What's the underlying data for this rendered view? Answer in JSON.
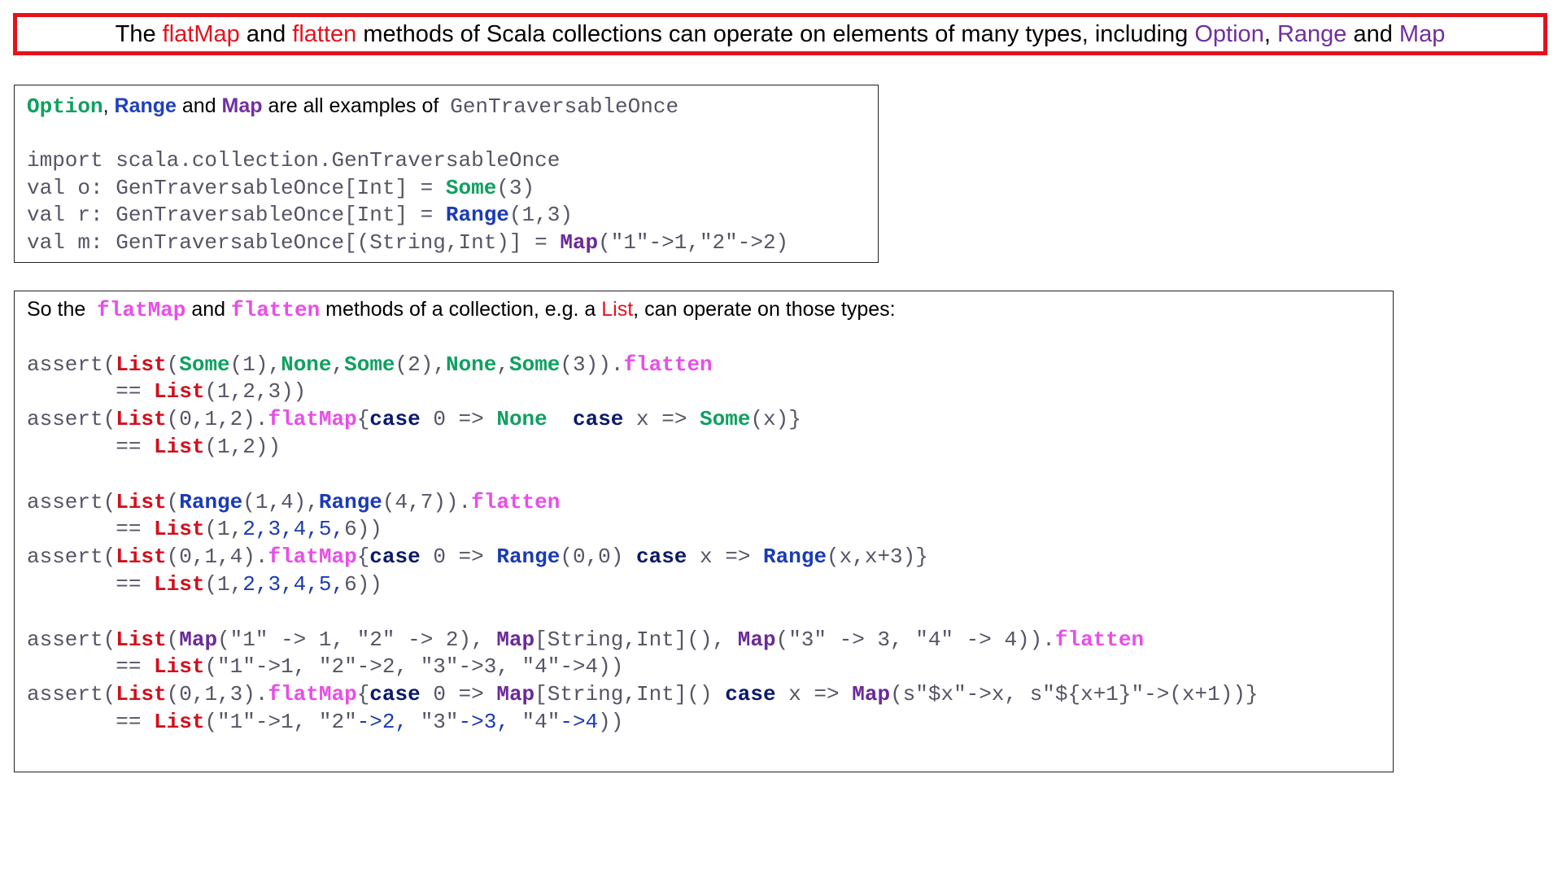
{
  "title": {
    "segments": [
      {
        "text": "The ",
        "style": "plain"
      },
      {
        "text": "flatMap",
        "style": "red"
      },
      {
        "text": " and ",
        "style": "plain"
      },
      {
        "text": "flatten",
        "style": "red"
      },
      {
        "text": " methods of Scala collections can operate on elements of many types, including ",
        "style": "plain"
      },
      {
        "text": "Option",
        "style": "purple"
      },
      {
        "text": ", ",
        "style": "plain"
      },
      {
        "text": "Range",
        "style": "purple"
      },
      {
        "text": " and ",
        "style": "plain"
      },
      {
        "text": "Map",
        "style": "purple"
      }
    ]
  },
  "panel1": {
    "lines": [
      {
        "kind": "mixed",
        "segments": [
          {
            "text": "Option",
            "style": "code-bold-green"
          },
          {
            "text": ", ",
            "style": "plain"
          },
          {
            "text": "Range",
            "style": "bold-blue"
          },
          {
            "text": " and ",
            "style": "plain"
          },
          {
            "text": "Map",
            "style": "bold-violet"
          },
          {
            "text": " are all examples of  ",
            "style": "plain"
          },
          {
            "text": "GenTraversableOnce",
            "style": "code"
          }
        ]
      },
      {
        "kind": "code",
        "segments": []
      },
      {
        "kind": "code",
        "segments": [
          {
            "text": "import scala.collection.GenTraversableOnce",
            "style": "plain"
          }
        ]
      },
      {
        "kind": "code",
        "segments": [
          {
            "text": "val o: GenTraversableOnce[Int] = ",
            "style": "plain"
          },
          {
            "text": "Some",
            "style": "k-green"
          },
          {
            "text": "(3)",
            "style": "plain"
          }
        ]
      },
      {
        "kind": "code",
        "segments": [
          {
            "text": "val r: GenTraversableOnce[Int] = ",
            "style": "plain"
          },
          {
            "text": "Range",
            "style": "k-blue"
          },
          {
            "text": "(1,3)",
            "style": "plain"
          }
        ]
      },
      {
        "kind": "code",
        "segments": [
          {
            "text": "val m: GenTraversableOnce[(String,Int)] = ",
            "style": "plain"
          },
          {
            "text": "Map",
            "style": "k-purple"
          },
          {
            "text": "(\"1\"->1,\"2\"->2)",
            "style": "plain"
          }
        ]
      }
    ]
  },
  "panel2": {
    "lines": [
      {
        "kind": "mixed",
        "segments": [
          {
            "text": "So the  ",
            "style": "plain"
          },
          {
            "text": "flatMap",
            "style": "code-bold-magenta"
          },
          {
            "text": " and ",
            "style": "plain"
          },
          {
            "text": "flatten",
            "style": "code-bold-magenta"
          },
          {
            "text": " methods of a collection, e.g. a ",
            "style": "plain"
          },
          {
            "text": "List",
            "style": "red"
          },
          {
            "text": ", can operate on those types:",
            "style": "plain"
          }
        ]
      },
      {
        "kind": "code",
        "segments": []
      },
      {
        "kind": "code",
        "segments": [
          {
            "text": "assert(",
            "style": "plain"
          },
          {
            "text": "List",
            "style": "k-red"
          },
          {
            "text": "(",
            "style": "plain"
          },
          {
            "text": "Some",
            "style": "k-green"
          },
          {
            "text": "(1),",
            "style": "plain"
          },
          {
            "text": "None",
            "style": "k-green"
          },
          {
            "text": ",",
            "style": "plain"
          },
          {
            "text": "Some",
            "style": "k-green"
          },
          {
            "text": "(2),",
            "style": "plain"
          },
          {
            "text": "None",
            "style": "k-green"
          },
          {
            "text": ",",
            "style": "plain"
          },
          {
            "text": "Some",
            "style": "k-green"
          },
          {
            "text": "(3)).",
            "style": "plain"
          },
          {
            "text": "flatten",
            "style": "k-magenta"
          }
        ]
      },
      {
        "kind": "code",
        "segments": [
          {
            "text": "       == ",
            "style": "plain"
          },
          {
            "text": "List",
            "style": "k-red"
          },
          {
            "text": "(1,2,3))",
            "style": "plain"
          }
        ]
      },
      {
        "kind": "code",
        "segments": [
          {
            "text": "assert(",
            "style": "plain"
          },
          {
            "text": "List",
            "style": "k-red"
          },
          {
            "text": "(0,1,2).",
            "style": "plain"
          },
          {
            "text": "flatMap",
            "style": "k-magenta"
          },
          {
            "text": "{",
            "style": "plain"
          },
          {
            "text": "case",
            "style": "k-navy"
          },
          {
            "text": " 0 => ",
            "style": "plain"
          },
          {
            "text": "None",
            "style": "k-green"
          },
          {
            "text": "  ",
            "style": "plain"
          },
          {
            "text": "case",
            "style": "k-navy"
          },
          {
            "text": " x => ",
            "style": "plain"
          },
          {
            "text": "Some",
            "style": "k-green"
          },
          {
            "text": "(x)}",
            "style": "plain"
          }
        ]
      },
      {
        "kind": "code",
        "segments": [
          {
            "text": "       == ",
            "style": "plain"
          },
          {
            "text": "List",
            "style": "k-red"
          },
          {
            "text": "(1,2))",
            "style": "plain"
          }
        ]
      },
      {
        "kind": "code",
        "segments": []
      },
      {
        "kind": "code",
        "segments": [
          {
            "text": "assert(",
            "style": "plain"
          },
          {
            "text": "List",
            "style": "k-red"
          },
          {
            "text": "(",
            "style": "plain"
          },
          {
            "text": "Range",
            "style": "k-blue"
          },
          {
            "text": "(1,4),",
            "style": "plain"
          },
          {
            "text": "Range",
            "style": "k-blue"
          },
          {
            "text": "(4,7)).",
            "style": "plain"
          },
          {
            "text": "flatten",
            "style": "k-magenta"
          }
        ]
      },
      {
        "kind": "code",
        "segments": [
          {
            "text": "       == ",
            "style": "plain"
          },
          {
            "text": "List",
            "style": "k-red"
          },
          {
            "text": "(1,",
            "style": "plain"
          },
          {
            "text": "2,3,4,5,",
            "style": "n-blue"
          },
          {
            "text": "6))",
            "style": "plain"
          }
        ]
      },
      {
        "kind": "code",
        "segments": [
          {
            "text": "assert(",
            "style": "plain"
          },
          {
            "text": "List",
            "style": "k-red"
          },
          {
            "text": "(0,1,4).",
            "style": "plain"
          },
          {
            "text": "flatMap",
            "style": "k-magenta"
          },
          {
            "text": "{",
            "style": "plain"
          },
          {
            "text": "case",
            "style": "k-navy"
          },
          {
            "text": " 0 => ",
            "style": "plain"
          },
          {
            "text": "Range",
            "style": "k-blue"
          },
          {
            "text": "(0,0) ",
            "style": "plain"
          },
          {
            "text": "case",
            "style": "k-navy"
          },
          {
            "text": " x => ",
            "style": "plain"
          },
          {
            "text": "Range",
            "style": "k-blue"
          },
          {
            "text": "(x,x+3)}",
            "style": "plain"
          }
        ]
      },
      {
        "kind": "code",
        "segments": [
          {
            "text": "       == ",
            "style": "plain"
          },
          {
            "text": "List",
            "style": "k-red"
          },
          {
            "text": "(1,",
            "style": "plain"
          },
          {
            "text": "2,3,4,5,",
            "style": "n-blue"
          },
          {
            "text": "6))",
            "style": "plain"
          }
        ]
      },
      {
        "kind": "code",
        "segments": []
      },
      {
        "kind": "code",
        "segments": [
          {
            "text": "assert(",
            "style": "plain"
          },
          {
            "text": "List",
            "style": "k-red"
          },
          {
            "text": "(",
            "style": "plain"
          },
          {
            "text": "Map",
            "style": "k-purple"
          },
          {
            "text": "(\"1\" -> 1, \"2\" -> 2), ",
            "style": "plain"
          },
          {
            "text": "Map",
            "style": "k-purple"
          },
          {
            "text": "[String,Int](), ",
            "style": "plain"
          },
          {
            "text": "Map",
            "style": "k-purple"
          },
          {
            "text": "(\"3\" -> 3, \"4\" -> 4)).",
            "style": "plain"
          },
          {
            "text": "flatten",
            "style": "k-magenta"
          }
        ]
      },
      {
        "kind": "code",
        "segments": [
          {
            "text": "       == ",
            "style": "plain"
          },
          {
            "text": "List",
            "style": "k-red"
          },
          {
            "text": "(\"1\"->1, \"2\"->2, \"3\"->3, \"4\"->4))",
            "style": "plain"
          }
        ]
      },
      {
        "kind": "code",
        "segments": [
          {
            "text": "assert(",
            "style": "plain"
          },
          {
            "text": "List",
            "style": "k-red"
          },
          {
            "text": "(0,1,3).",
            "style": "plain"
          },
          {
            "text": "flatMap",
            "style": "k-magenta"
          },
          {
            "text": "{",
            "style": "plain"
          },
          {
            "text": "case",
            "style": "k-navy"
          },
          {
            "text": " 0 => ",
            "style": "plain"
          },
          {
            "text": "Map",
            "style": "k-purple"
          },
          {
            "text": "[String,Int]() ",
            "style": "plain"
          },
          {
            "text": "case",
            "style": "k-navy"
          },
          {
            "text": " x => ",
            "style": "plain"
          },
          {
            "text": "Map",
            "style": "k-purple"
          },
          {
            "text": "(s\"$x\"->x, s\"${x+1}\"->(x+1))}",
            "style": "plain"
          }
        ]
      },
      {
        "kind": "code",
        "segments": [
          {
            "text": "       == ",
            "style": "plain"
          },
          {
            "text": "List",
            "style": "k-red"
          },
          {
            "text": "(\"1\"->1, \"2\"",
            "style": "plain"
          },
          {
            "text": "->2, ",
            "style": "n-blue"
          },
          {
            "text": "\"3\"",
            "style": "plain"
          },
          {
            "text": "->3, ",
            "style": "n-blue"
          },
          {
            "text": "\"4\"",
            "style": "plain"
          },
          {
            "text": "->4",
            "style": "n-blue"
          },
          {
            "text": "))",
            "style": "plain"
          }
        ]
      }
    ]
  }
}
